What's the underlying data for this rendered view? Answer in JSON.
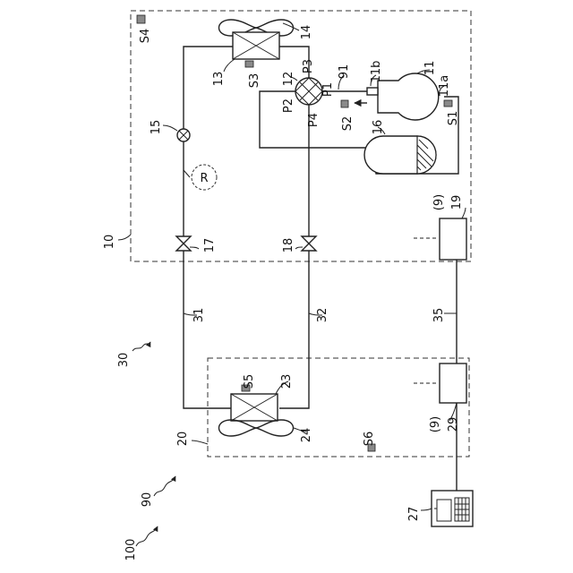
{
  "labels": {
    "n10": "10",
    "n11": "11",
    "n11a": "11a",
    "n11b": "11b",
    "n12": "12",
    "n13": "13",
    "n14": "14",
    "n15": "15",
    "n16": "16",
    "n17": "17",
    "n18": "18",
    "n19": "19",
    "n19p": "(9)",
    "n20": "20",
    "n23": "23",
    "n24": "24",
    "n27": "27",
    "n29": "29",
    "n29p": "(9)",
    "n30": "30",
    "n31": "31",
    "n32": "32",
    "n35": "35",
    "n90": "90",
    "n91": "91",
    "n100": "100",
    "p1": "P1",
    "p2": "P2",
    "p3": "P3",
    "p4": "P4",
    "s1": "S1",
    "s2": "S2",
    "s3": "S3",
    "s4": "S4",
    "s5": "S5",
    "s6": "S6",
    "r": "R"
  }
}
